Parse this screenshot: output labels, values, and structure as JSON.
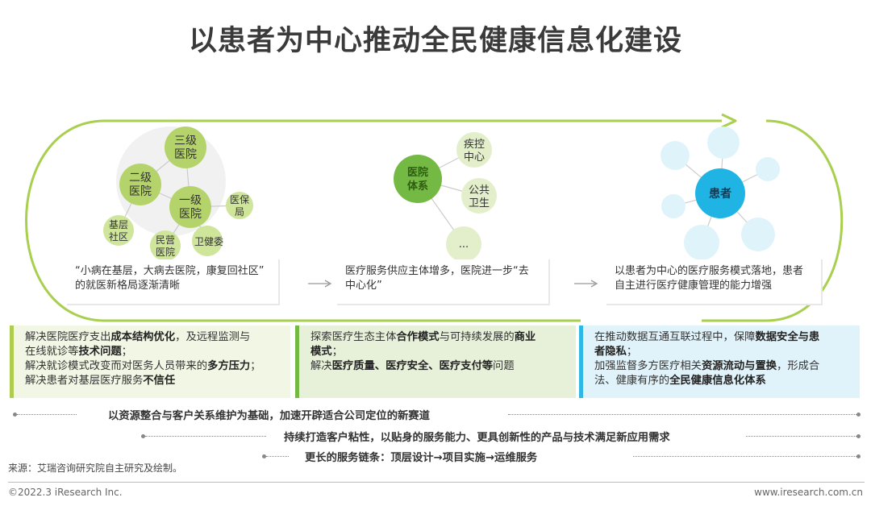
{
  "title": "以患者为中心推动全民健康信息化建设",
  "panel1": {
    "nodes": [
      {
        "label1": "三级",
        "label2": "医院"
      },
      {
        "label1": "二级",
        "label2": "医院"
      },
      {
        "label1": "一级",
        "label2": "医院"
      },
      {
        "label1": "医保",
        "label2": "局"
      },
      {
        "label1": "基层",
        "label2": "社区"
      },
      {
        "label1": "民营",
        "label2": "医院"
      },
      {
        "label1": "卫健委",
        "label2": ""
      }
    ],
    "desc_line1": "“小病在基层，大病去医院，康复回社区”",
    "desc_line2": "的就医新格局逐渐清晰"
  },
  "panel2": {
    "center": {
      "label1": "医院",
      "label2": "体系"
    },
    "nodes": [
      {
        "label1": "疾控",
        "label2": "中心"
      },
      {
        "label1": "公共",
        "label2": "卫生"
      },
      {
        "label1": "...",
        "label2": ""
      }
    ],
    "desc_line1": "医疗服务供应主体增多，医院进一步“去",
    "desc_line2": "中心化”"
  },
  "panel3": {
    "center": "患者",
    "desc_line1": "以患者为中心的医疗服务模式落地，患者",
    "desc_line2": "自主进行医疗健康管理的能力增强"
  },
  "box1": {
    "l1a": "解决医院医疗支出",
    "l1b": "成本结构优化",
    "l1c": "，及远程监测与",
    "l2a": "在线就诊等",
    "l2b": "技术问题",
    "l2c": "；",
    "l3a": "解决就诊模式改变而对医务人员带来的",
    "l3b": "多方压力",
    "l3c": "；",
    "l4a": "解决患者对基层医疗服务",
    "l4b": "不信任"
  },
  "box2": {
    "l1a": "探索医疗生态主体",
    "l1b": "合作模式",
    "l1c": "与可持续发展的",
    "l1d": "商业",
    "l2a": "模式",
    "l2b": "；",
    "l3a": "解决",
    "l3b": "医疗质量、医疗安全、医疗支付等",
    "l3c": "问题"
  },
  "box3": {
    "l1a": "在推动数据互通互联过程中，保障",
    "l1b": "数据安全与患",
    "l2a": "者隐私",
    "l2b": "；",
    "l3a": "加强监督多方医疗相关",
    "l3b": "资源流动与置换",
    "l3c": "，形成合",
    "l4a": "法、健康有序的",
    "l4b": "全民健康信息化体系"
  },
  "strategies": [
    "以资源整合与客户关系维护为基础，加速开辟适合公司定位的新赛道",
    "持续打造客户粘性，以贴身的服务能力、更具创新性的产品与技术满足新应用需求",
    "更长的服务链条：顶层设计→项目实施→运维服务"
  ],
  "source": "来源：艾瑞咨询研究院自主研究及绘制。",
  "copyright": "©2022.3 iResearch Inc.",
  "website": "www.iresearch.com.cn",
  "colors": {
    "light_green": "#a8cc5a",
    "mid_green": "#74b943",
    "light_blue": "#bfe8f7",
    "blue": "#1fb4e4",
    "loop": "#a9cf4f"
  }
}
